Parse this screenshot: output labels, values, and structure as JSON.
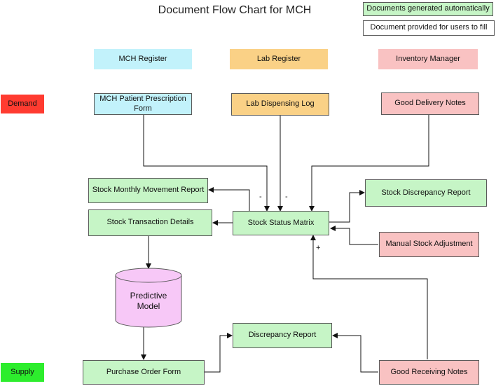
{
  "title": "Document Flow Chart for MCH",
  "legend": {
    "auto": "Documents generated automatically",
    "user": "Document provided for users to fill"
  },
  "headers": {
    "mch": "MCH Register",
    "lab": "Lab Register",
    "inventory": "Inventory Manager"
  },
  "sides": {
    "demand": "Demand",
    "supply": "Supply"
  },
  "nodes": {
    "mch_form": "MCH Patient Prescription Form",
    "lab_log": "Lab Dispensing Log",
    "delivery_notes": "Good Delivery Notes",
    "monthly_report": "Stock Monthly Movement Report",
    "transaction_details": "Stock Transaction Details",
    "status_matrix": "Stock Status Matrix",
    "discrepancy_stock": "Stock Discrepancy Report",
    "manual_adjustment": "Manual Stock Adjustment",
    "predictive_model": "Predictive Model",
    "discrepancy_report": "Discrepancy Report",
    "purchase_order": "Purchase Order Form",
    "receiving_notes": "Good Receiving Notes"
  },
  "signs": {
    "minus_a": "-",
    "minus_b": "-",
    "plus": "+"
  },
  "colors": {
    "auto_doc": "#c6f5c6",
    "user_doc": "#ffffff",
    "mch_header": "#c2f2fb",
    "lab_header": "#fad186",
    "inventory": "#f9c2c2",
    "demand": "#ff3b30",
    "supply": "#2ded2d",
    "model": "#f7c8f7"
  }
}
